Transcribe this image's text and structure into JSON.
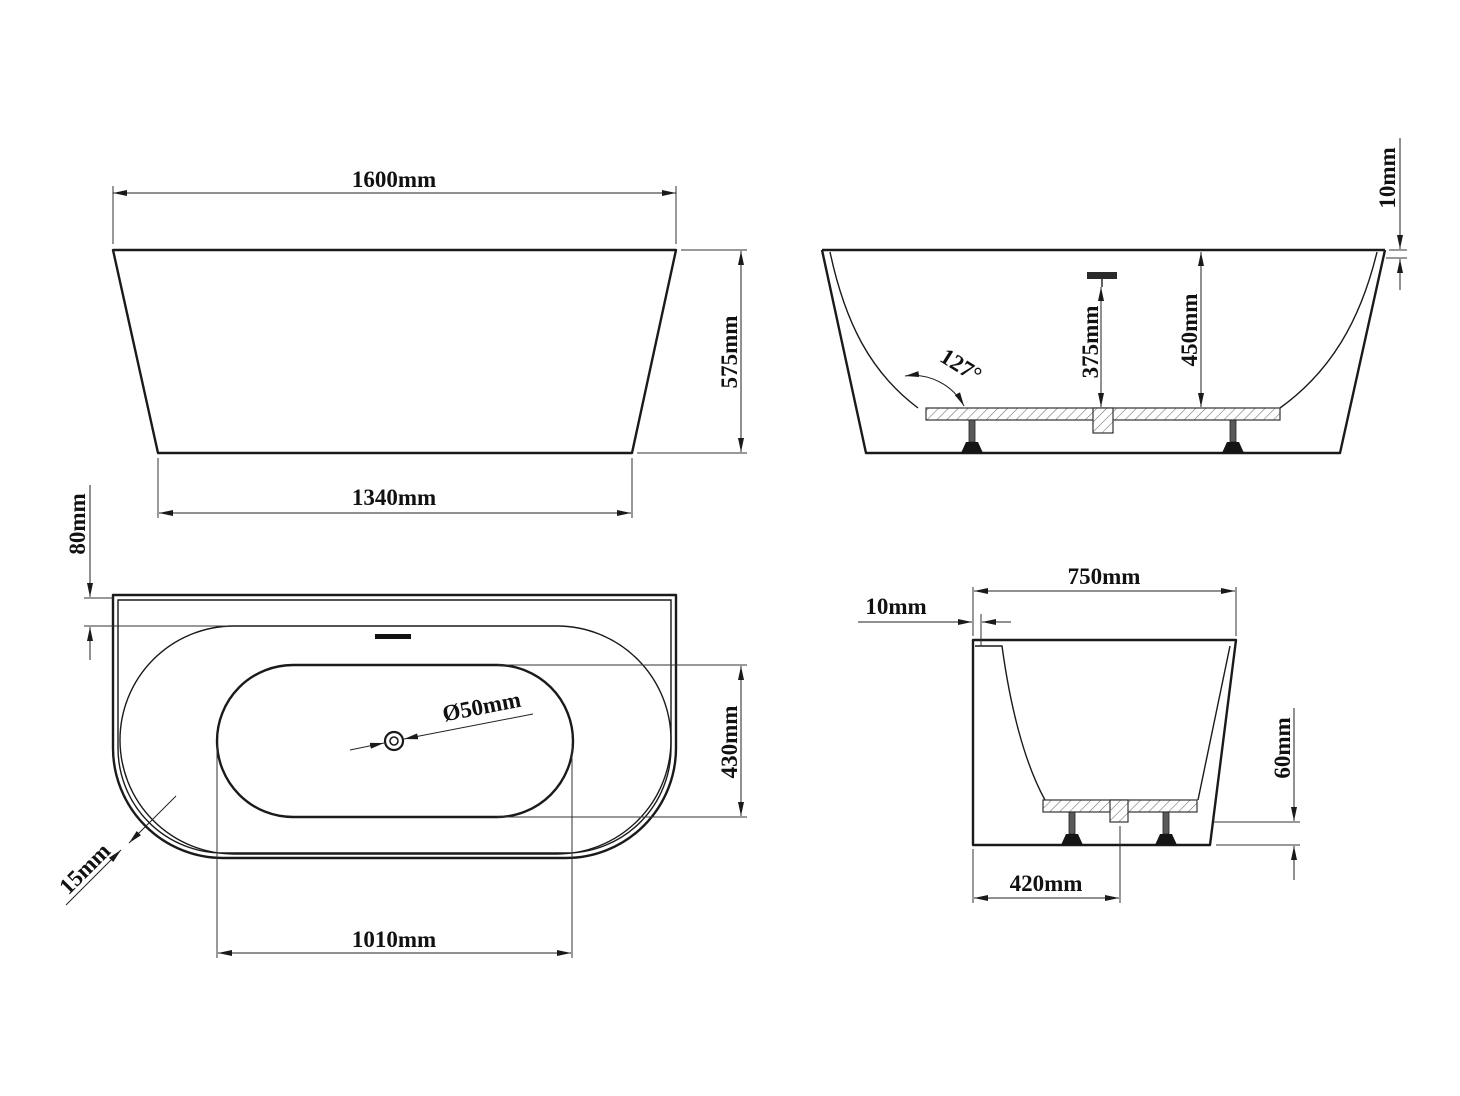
{
  "front_view": {
    "top_length": "1600mm",
    "height": "575mm",
    "bottom_length": "1340mm"
  },
  "side_view": {
    "rim_offset": "10mm",
    "overflow_height": "375mm",
    "inner_depth": "450mm",
    "wall_angle": "127°"
  },
  "top_view": {
    "back_rim": "80mm",
    "drain": "Ø50mm",
    "basin_width": "430mm",
    "rim_edge": "15mm",
    "basin_length": "1010mm"
  },
  "end_view": {
    "width": "750mm",
    "rim_thickness": "10mm",
    "base_height": "60mm",
    "drain_offset": "420mm"
  }
}
